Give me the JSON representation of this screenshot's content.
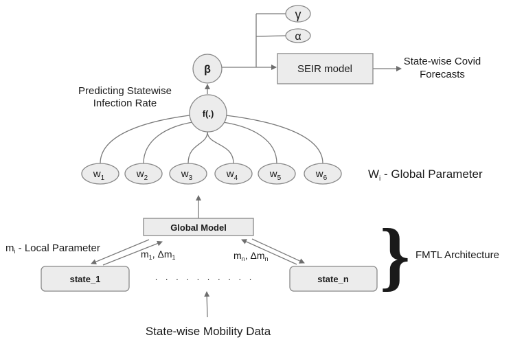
{
  "diagram": {
    "nodes": {
      "gamma": "γ",
      "alpha": "α",
      "beta": "β",
      "f": "f(.)",
      "seir": "SEIR model",
      "global_model": "Global Model",
      "state_1": "state_1",
      "state_n": "state_n"
    },
    "weights": [
      {
        "base": "w",
        "sub": "1"
      },
      {
        "base": "w",
        "sub": "2"
      },
      {
        "base": "w",
        "sub": "3"
      },
      {
        "base": "w",
        "sub": "4"
      },
      {
        "base": "w",
        "sub": "5"
      },
      {
        "base": "w",
        "sub": "6"
      }
    ],
    "labels": {
      "forecast_line1": "State-wise Covid",
      "forecast_line2": "Forecasts",
      "predicting_line1": "Predicting Statewise",
      "predicting_line2": "Infection Rate",
      "global_param_base": "W",
      "global_param_sub": "i",
      "global_param_text": " - Global Parameter",
      "local_param_base": "m",
      "local_param_sub": "i",
      "local_param_text": " - Local  Parameter",
      "m1_base": "m",
      "m1_sub": "1",
      "m1_sep": ", Δm",
      "m1_sub2": "1",
      "mn_base": "m",
      "mn_sub": "n",
      "mn_sep": ", Δm",
      "mn_sub2": "n",
      "dots": ". . . . . . . . . .",
      "fmtl": "FMTL Architecture",
      "brace": "}",
      "mobility": "State-wise Mobility Data"
    },
    "colors": {
      "node_fill": "#ececec",
      "node_stroke": "#888888",
      "edge": "#7a7a7a",
      "text": "#1a1a1a"
    }
  }
}
